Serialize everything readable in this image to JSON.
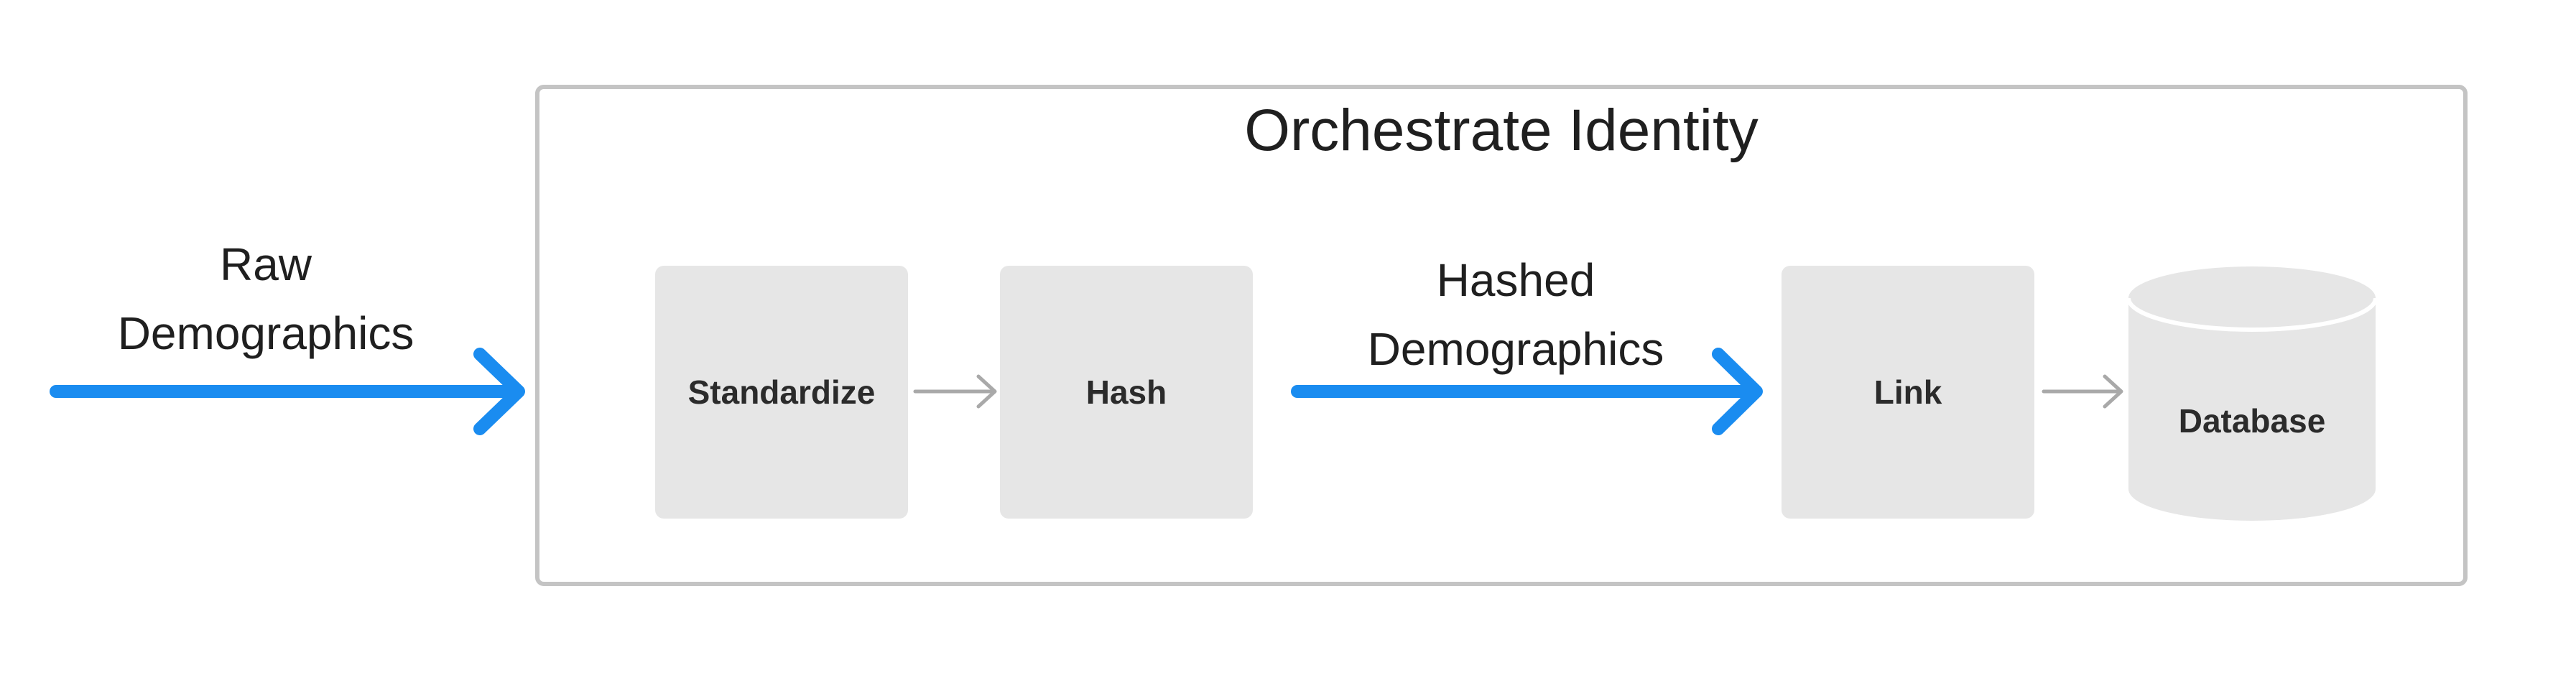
{
  "container": {
    "title": "Orchestrate Identity"
  },
  "input": {
    "line1": "Raw",
    "line2": "Demographics"
  },
  "nodes": {
    "standardize": "Standardize",
    "hash": "Hash",
    "link": "Link",
    "database": "Database"
  },
  "hashed_edge": {
    "line1": "Hashed",
    "line2": "Demographics"
  },
  "colors": {
    "accent": "#1a8cf0",
    "connector": "#a9a9a9",
    "node_fill": "#e6e6e6",
    "frame_border": "#c4c4c4"
  }
}
